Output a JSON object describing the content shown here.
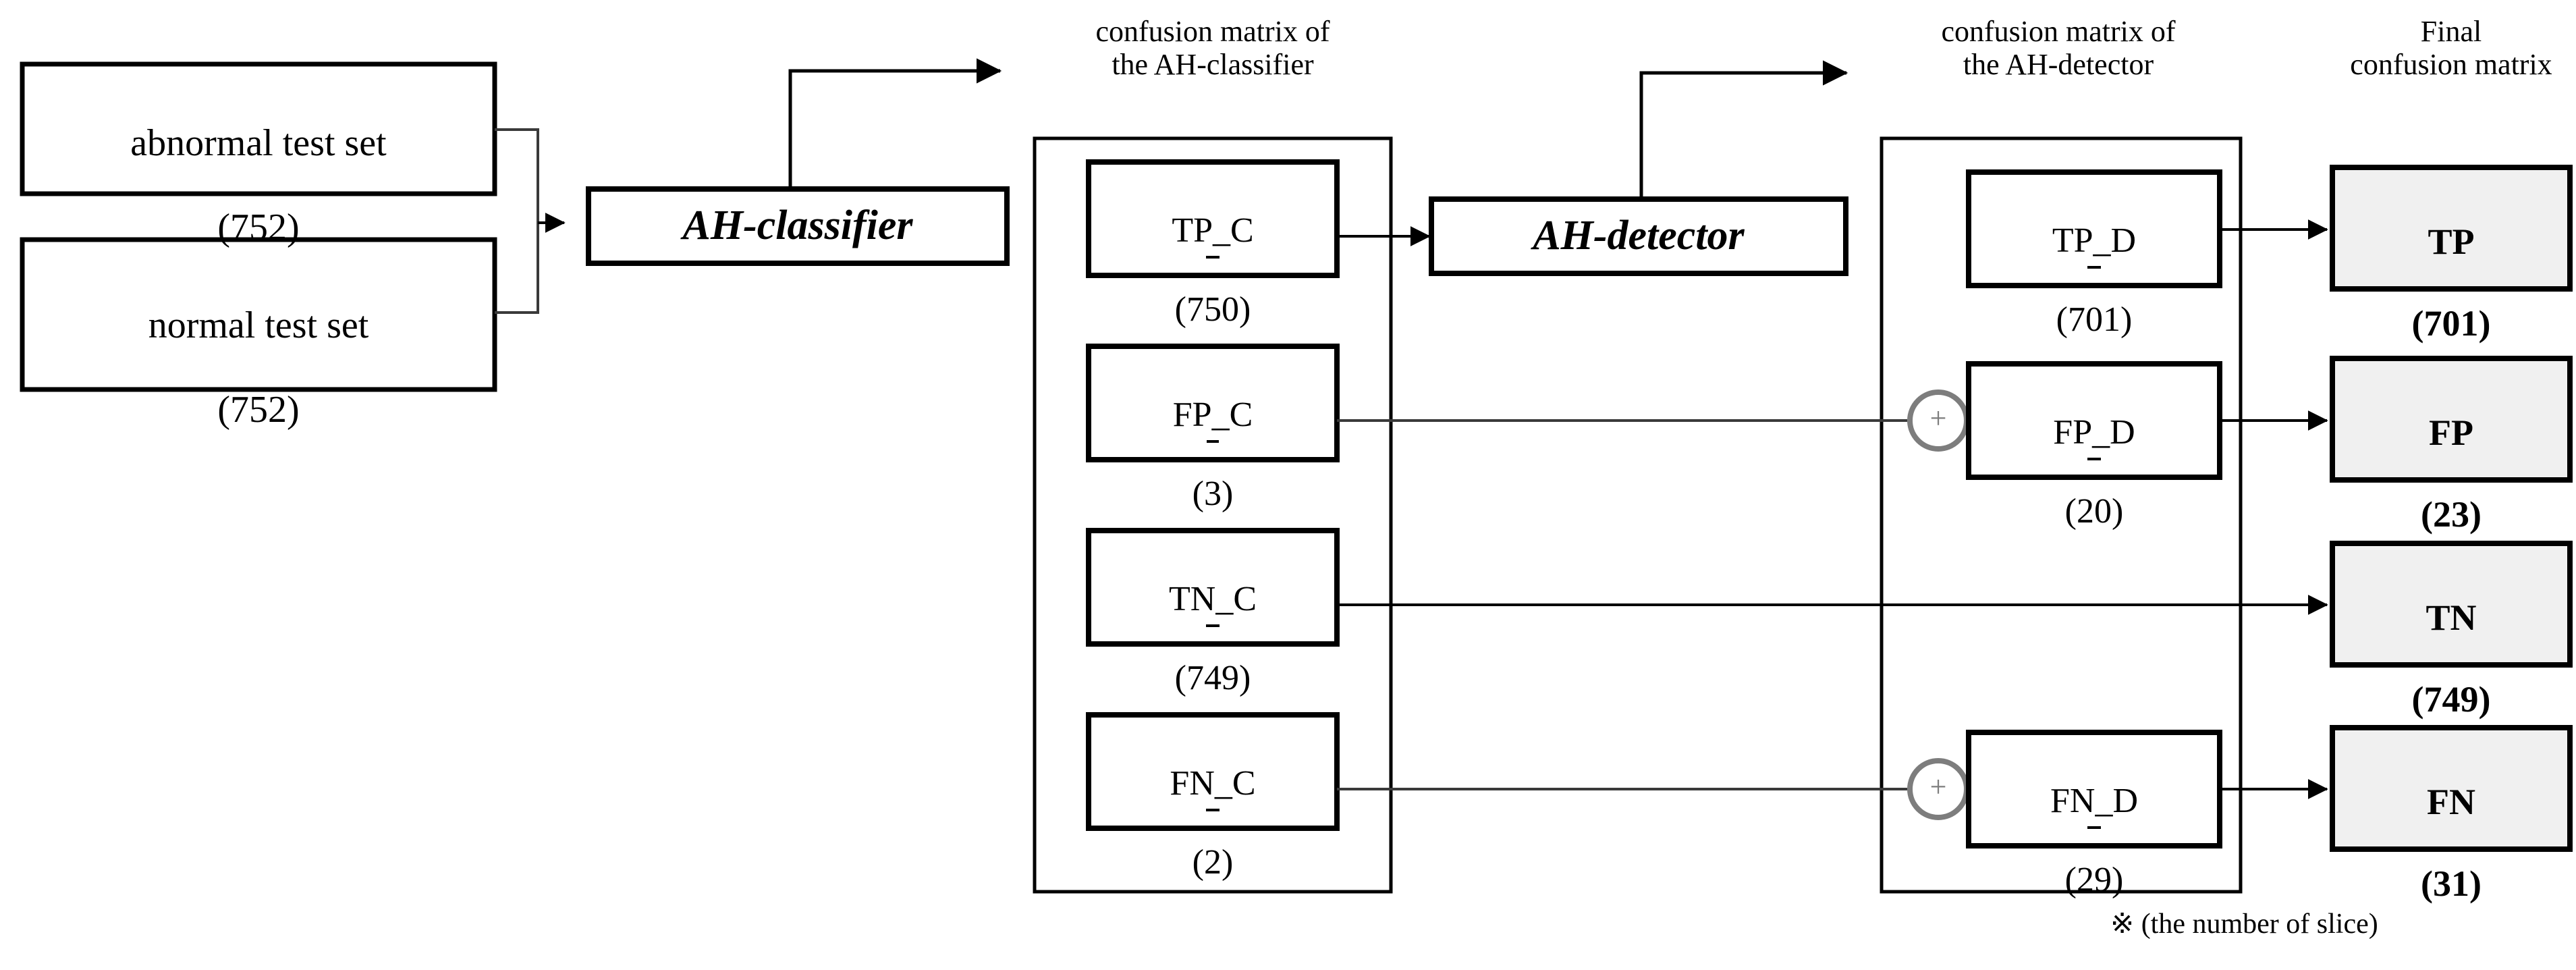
{
  "figure": {
    "title_note": "※ (the number of slice)",
    "accent_color": "#000000",
    "final_fill_color": "#f0f0f0",
    "plus_color": "#7d7d7d"
  },
  "inputs": [
    {
      "name": "abnormal test set",
      "count": "(752)"
    },
    {
      "name": "normal test set",
      "count": "(752)"
    }
  ],
  "processes": [
    {
      "label": "AH-classifier"
    },
    {
      "label": "AH-detector"
    }
  ],
  "headers": {
    "classifier_matrix": "confusion matrix of\nthe AH-classifier",
    "detector_matrix": "confusion matrix of\nthe AH-detector",
    "final_matrix": "Final\nconfusion matrix"
  },
  "classifier_matrix": {
    "title": "confusion matrix of the AH-classifier",
    "cells": [
      {
        "key": "TP",
        "suffix": "C",
        "label": "TP_C",
        "count": "(750)",
        "value": 750
      },
      {
        "key": "FP",
        "suffix": "C",
        "label": "FP_C",
        "count": "(3)",
        "value": 3
      },
      {
        "key": "TN",
        "suffix": "C",
        "label": "TN_C",
        "count": "(749)",
        "value": 749
      },
      {
        "key": "FN",
        "suffix": "C",
        "label": "FN_C",
        "count": "(2)",
        "value": 2
      }
    ]
  },
  "detector_matrix": {
    "title": "confusion matrix of the AH-detector",
    "cells": [
      {
        "key": "TP",
        "suffix": "D",
        "label": "TP_D",
        "count": "(701)",
        "value": 701
      },
      {
        "key": "FP",
        "suffix": "D",
        "label": "FP_D",
        "count": "(20)",
        "value": 20
      },
      {
        "key": "FN",
        "suffix": "D",
        "label": "FN_D",
        "count": "(29)",
        "value": 29
      }
    ]
  },
  "final_matrix": {
    "title": "Final confusion matrix",
    "cells": [
      {
        "key": "TP",
        "label": "TP",
        "count": "(701)",
        "value": 701
      },
      {
        "key": "FP",
        "label": "FP",
        "count": "(23)",
        "value": 23
      },
      {
        "key": "TN",
        "label": "TN",
        "count": "(749)",
        "value": 749
      },
      {
        "key": "FN",
        "label": "FN",
        "count": "(31)",
        "value": 31
      }
    ]
  },
  "operators": [
    {
      "symbol": "+",
      "name": "plus-fp"
    },
    {
      "symbol": "+",
      "name": "plus-fn"
    }
  ],
  "flow": {
    "TP_label_part": "TP",
    "FP_label_part": "FP",
    "TN_label_part": "TN",
    "FN_label_part": "FN",
    "C_part": "C",
    "D_part": "D"
  }
}
